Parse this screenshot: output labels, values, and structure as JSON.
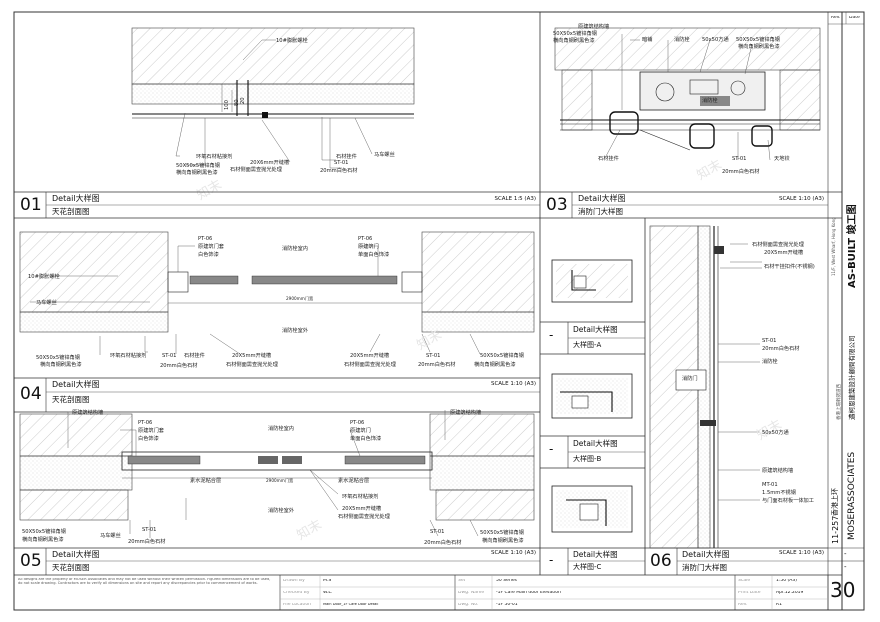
{
  "sheet": {
    "number": "30",
    "rev_header": "Rev.",
    "date_header": "Date",
    "dash": "-"
  },
  "side_panel": {
    "status": "AS-BUILT 竣工图",
    "company_cn": "邁柯恩建築設計顧問有限公司",
    "company_en": "MOSERASSOCIATES",
    "project_no": "11-257",
    "project_cn": "香港上环",
    "address_small": "11/F, West Wharf, Hong Kong",
    "address_cn": "香港上環幹諾道西",
    "status_color": "#111111"
  },
  "title_block": {
    "disclaimer": "All designs are the property of MOSER Associates and may not be used without their written permission. Figured dimensions are to be used, do not scale drawing. Contractors are to verify all dimensions on site and report any discrepancies prior to commencement of works.",
    "drawn_by_label": "Drawn By",
    "drawn_by": "M.S",
    "checked_by_label": "Checked By",
    "checked_by": "W.L.",
    "file_location_label": "File Location",
    "file_location": "Main Door_1F Cafe Door Detail",
    "set_label": "Set",
    "set": "50 Series",
    "dwg_name_label": "Dwg. Name",
    "dwg_name": "-1F Cafe Main door Elevation",
    "dwg_no_label": "Dwg. No.",
    "dwg_no": "-1F 50-01",
    "scale_label": "Scale",
    "scale": "1:50 (A3)",
    "print_date_label": "Print Date",
    "print_date": "Apr.12.2019",
    "rev_label": "Rev.",
    "rev": "R1"
  },
  "panels": {
    "p01": {
      "num": "01",
      "title": "Detail大样图",
      "subtitle": "天花剖面图",
      "scale": "SCALE 1:5 (A3)"
    },
    "p03": {
      "num": "03",
      "title": "Detail大样图",
      "subtitle": "消防门大样图",
      "scale": "SCALE 1:10 (A3)"
    },
    "p04": {
      "num": "04",
      "title": "Detail大样图",
      "subtitle": "天花剖面图",
      "scale": "SCALE 1:10 (A3)"
    },
    "p05": {
      "num": "05",
      "title": "Detail大样图",
      "subtitle": "天花剖面图",
      "scale": "SCALE 1:10 (A3)"
    },
    "p06": {
      "num": "06",
      "title": "Detail大样图",
      "subtitle": "消防门大样图",
      "scale": "SCALE 1:10 (A3)"
    },
    "pA": {
      "num": "-",
      "title": "Detail大样图",
      "subtitle": "大样图-A"
    },
    "pB": {
      "num": "-",
      "title": "Detail大样图",
      "subtitle": "大样图-B"
    },
    "pC": {
      "num": "-",
      "title": "Detail大样图",
      "subtitle": "大样图-C"
    }
  },
  "annotations": {
    "d01": {
      "bolt": "10#膨胀螺栓",
      "dim1": "100",
      "dim2": "80",
      "dim3": "20",
      "glue": "环氧石材粘接剂",
      "steel1": "50X50x5镀锌角钢",
      "steel2": "横向角钢刷黑色漆",
      "slot1": "20X6mm开缝槽",
      "slot2": "石材侧面需查抛光处理",
      "hanger": "石材挂件",
      "st": "ST-01",
      "stone": "20mm白色石材",
      "nut": "马车螺丝"
    },
    "d03": {
      "struct": "原建筑结构墙",
      "steel1": "50X50x5镀锌角钢",
      "steel2": "横向角钢刷黑色漆",
      "cover": "暗铺",
      "hydrant": "消防栓",
      "tube": "50x50方通",
      "steel3": "50X50x5镀锌角钢",
      "steel4": "横向角钢刷黑色漆",
      "box": "消防栓",
      "hanger": "石材挂件",
      "st": "ST-01",
      "stone": "20mm白色石材",
      "hinge": "天地铰"
    },
    "d04": {
      "pt1": "PT-06",
      "door1": "原建筑门套",
      "paint1": "白色饰漆",
      "pt2": "PT-06",
      "door2": "原建筑门",
      "paint2": "单面白色饰漆",
      "inside": "消防栓室内",
      "outside": "消防栓室外",
      "bolt": "10#膨胀螺栓",
      "nut": "马车螺丝",
      "steel1": "50X50x5镀锌角钢",
      "steel2": "横向角钢刷黑色漆",
      "glue": "环氧石材粘接剂",
      "st": "ST-01",
      "stone": "20mm白色石材",
      "hanger": "石材挂件",
      "slot1": "20X5mm开缝槽",
      "slot2": "石材侧面需查抛光处理",
      "slot3": "20X5mm开缝槽",
      "slot4": "石材侧面需查抛光处理",
      "st2": "ST-01",
      "stone2": "20mm白色石材",
      "steel3": "50X50x5镀锌角钢",
      "steel4": "横向角钢刷黑色漆",
      "dim": "2900mm门宽"
    },
    "d05": {
      "struct1": "原建筑结构墙",
      "pt1": "PT-06",
      "door1": "原建筑门套",
      "paint1": "白色饰漆",
      "inside": "消防栓室内",
      "outside": "消防栓室外",
      "pt2": "PT-06",
      "door2": "原建筑门",
      "paint2": "单面白色饰漆",
      "struct2": "原建筑结构墙",
      "cement1": "素水泥粘合层",
      "cement2": "素水泥粘合层",
      "glue": "环氧石材粘接剂",
      "slot1": "20X5mm开缝槽",
      "slot2": "石材侧面需查抛光处理",
      "steel1": "50X50x5镀锌角钢",
      "steel2": "横向角钢刷黑色漆",
      "nut": "马车螺丝",
      "st": "ST-01",
      "stone": "20mm白色石材",
      "st2": "ST-01",
      "stone2": "20mm白色石材",
      "steel3": "50X50x5镀锌角钢",
      "steel4": "横向角钢刷黑色漆",
      "dim": "2900mm门宽"
    },
    "d06": {
      "slot1": "石材侧面需查抛光处理",
      "slot2": "20X5mm开缝槽",
      "hanger": "石材干挂扣件(不锈钢)",
      "st": "ST-01",
      "stone": "20mm白色石材",
      "hydrant": "消防栓",
      "door": "消防门",
      "tube": "50x50方通",
      "struct": "原建筑结构墙",
      "mt": "MT-01",
      "plate1": "1.5mm不锈钢",
      "plate2": "与门面石材板一体加工"
    }
  }
}
